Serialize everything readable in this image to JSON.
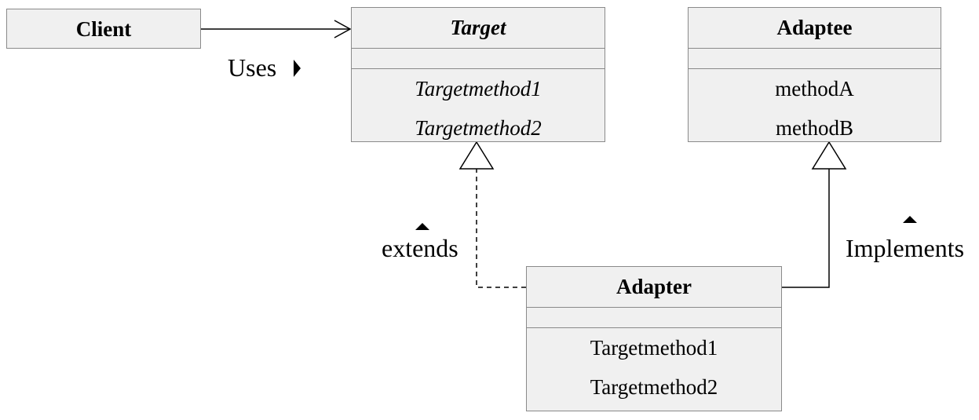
{
  "classes": {
    "client": {
      "name": "Client"
    },
    "target": {
      "name": "Target",
      "methods": [
        "Targetmethod1",
        "Targetmethod2"
      ]
    },
    "adaptee": {
      "name": "Adaptee",
      "methods": [
        "methodA",
        "methodB"
      ]
    },
    "adapter": {
      "name": "Adapter",
      "methods": [
        "Targetmethod1",
        "Targetmethod2"
      ]
    }
  },
  "relations": {
    "uses": "Uses",
    "extends": "extends",
    "implements": "Implements"
  }
}
